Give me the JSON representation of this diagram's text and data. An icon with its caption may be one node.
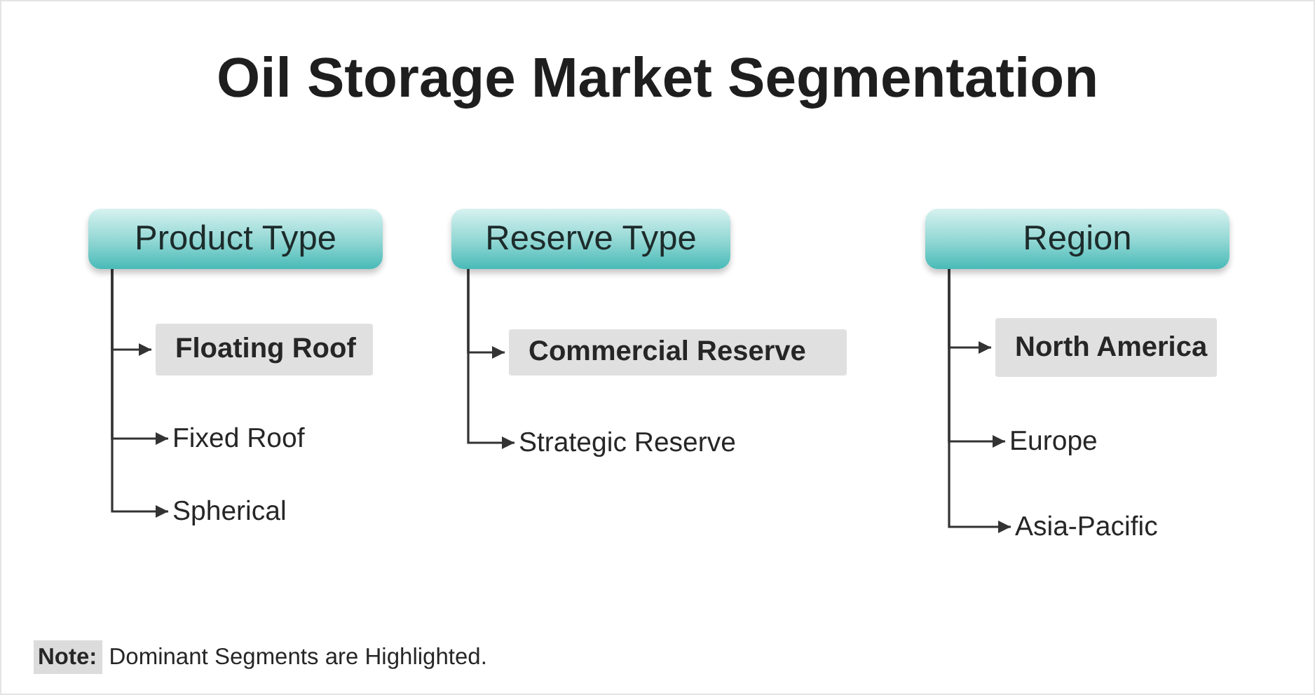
{
  "diagram": {
    "title": "Oil Storage Market Segmentation",
    "nodes": [
      {
        "text": [
          "Product Type"
        ]
      },
      {
        "text": [
          "Floating Roof"
        ]
      },
      {
        "text": [
          "Fixed Roof"
        ]
      },
      {
        "text": [
          "Spherical"
        ]
      },
      {
        "text": [
          "Reserve Type"
        ]
      },
      {
        "text": [
          "Commercial Reserve"
        ]
      },
      {
        "text": [
          "Strategic Reserve"
        ]
      },
      {
        "text": [
          "Region"
        ]
      },
      {
        "text": [
          "North America"
        ]
      },
      {
        "text": [
          "Europe"
        ]
      },
      {
        "text": [
          "Asia-Pacific"
        ]
      }
    ],
    "edges": [
      {
        "from": 0,
        "to": 1,
        "arrow": "to"
      },
      {
        "from": 0,
        "to": 2,
        "arrow": "to"
      },
      {
        "from": 0,
        "to": 3,
        "arrow": "to"
      },
      {
        "from": 4,
        "to": 5,
        "arrow": "to"
      },
      {
        "from": 4,
        "to": 6,
        "arrow": "to"
      },
      {
        "from": 7,
        "to": 8,
        "arrow": "to"
      },
      {
        "from": 7,
        "to": 9,
        "arrow": "to"
      },
      {
        "from": 7,
        "to": 10,
        "arrow": "to"
      }
    ],
    "labels": [
      "**Note:** Dominant Segments are Highlighted."
    ]
  }
}
